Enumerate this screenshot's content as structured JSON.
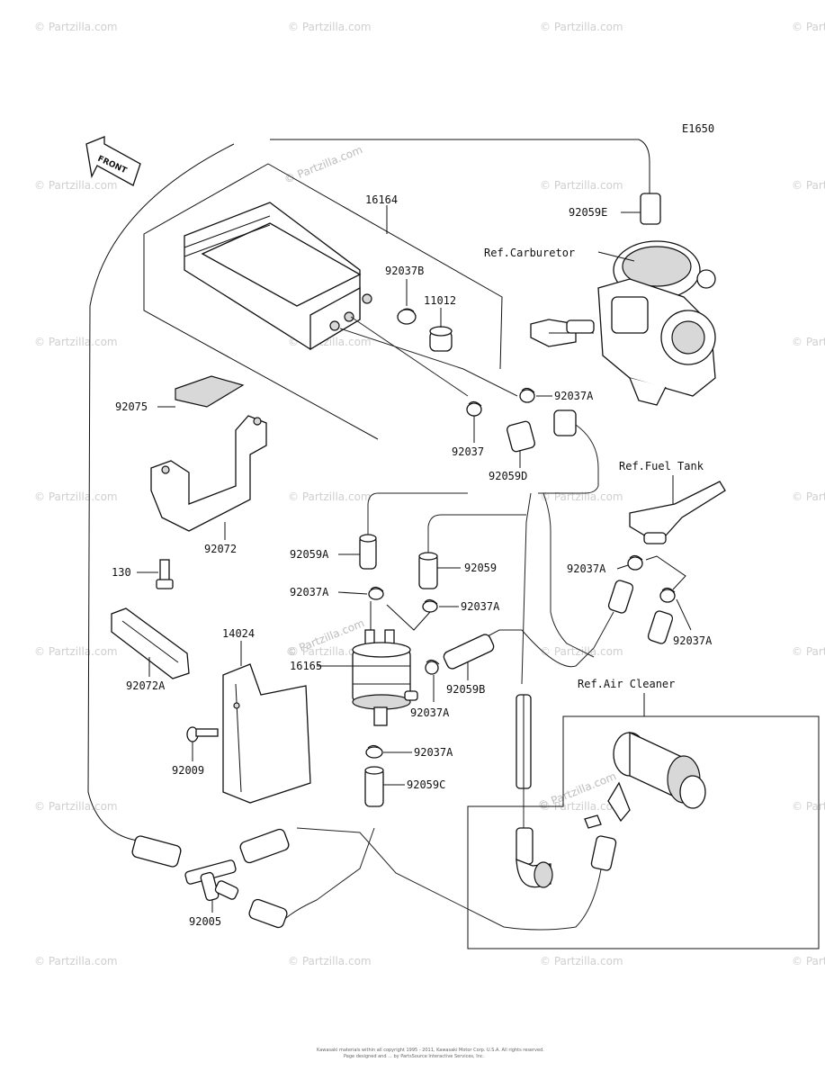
{
  "diagram": {
    "code": "E1650",
    "front_label": "FRONT",
    "watermark": "© Partzilla.com",
    "copyright": "Kawasaki materials within all copyright 1995 - 2011, Kawasaki Motor Corp. U.S.A. All rights reserved.",
    "copyright_2": "Page designed and ... by PartsSource Interactive Services, Inc."
  },
  "references": {
    "carburetor": "Ref.Carburetor",
    "fuel_tank": "Ref.Fuel Tank",
    "air_cleaner": "Ref.Air Cleaner"
  },
  "parts": {
    "p16164": "16164",
    "p92037B": "92037B",
    "p11012": "11012",
    "p92059E": "92059E",
    "p92037A_top": "92037A",
    "p92037": "92037",
    "p92059D": "92059D",
    "p92075": "92075",
    "p92072": "92072",
    "p130": "130",
    "p92059A": "92059A",
    "p92059": "92059",
    "p92037A_left": "92037A",
    "p92037A_mid": "92037A",
    "p92037A_tank": "92037A",
    "p92037A_right": "92037A",
    "p92072A": "92072A",
    "p14024": "14024",
    "p16165": "16165",
    "p92059B": "92059B",
    "p92037A_filter": "92037A",
    "p92009": "92009",
    "p92037A_low": "92037A",
    "p92059C": "92059C",
    "p92005": "92005"
  }
}
